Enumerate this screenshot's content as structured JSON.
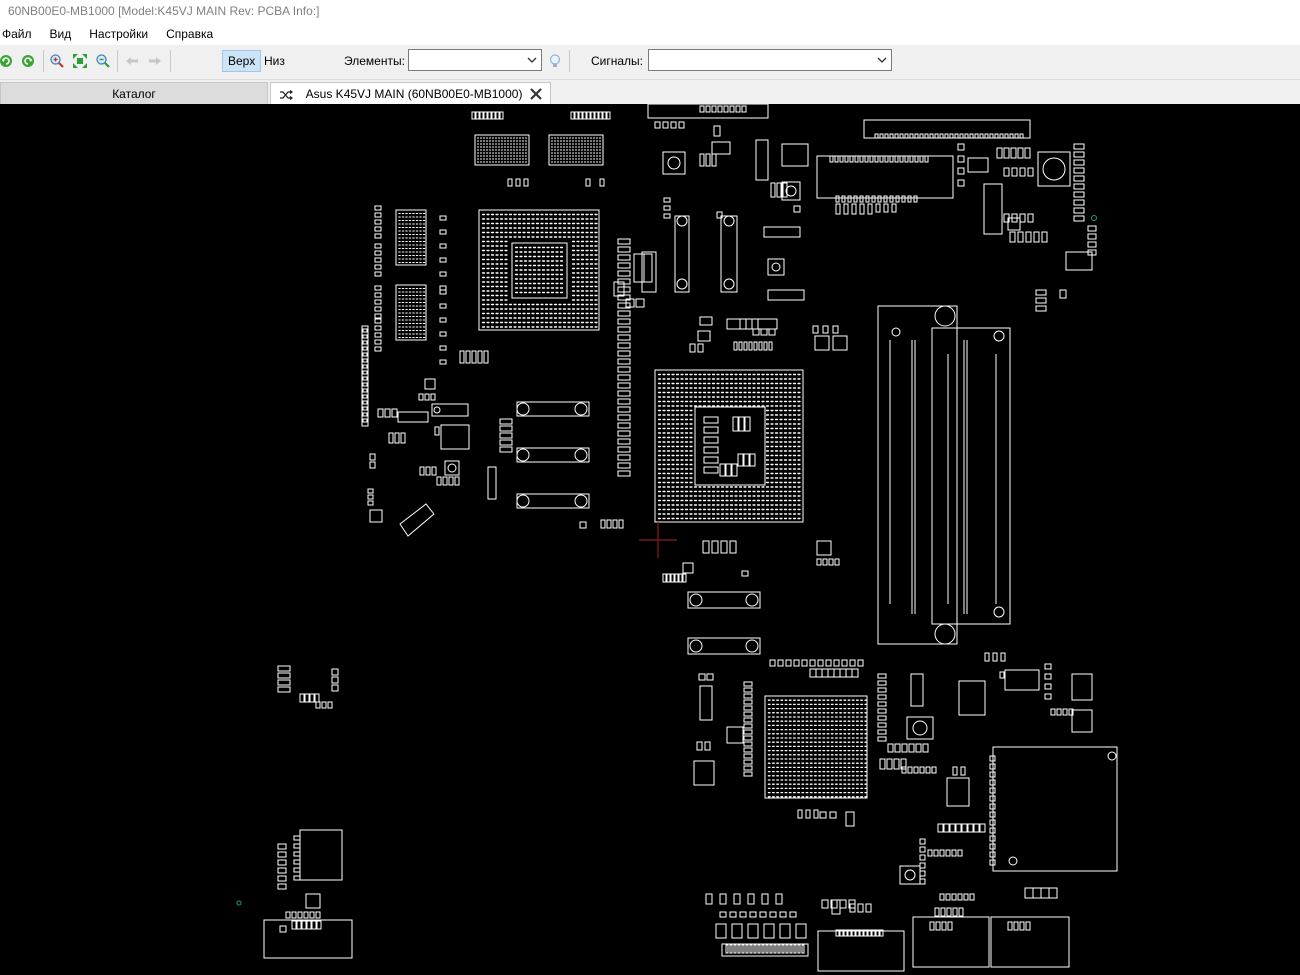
{
  "window": {
    "title": "60NB00E0-MB1000 [Model:K45VJ MAIN Rev: PCBA Info:]"
  },
  "menu": {
    "items": [
      "Файл",
      "Вид",
      "Настройки",
      "Справка"
    ]
  },
  "toolbar": {
    "icons": [
      "refresh-green-icon",
      "redo-green-icon",
      "zoom-in-icon",
      "fit-view-icon",
      "zoom-out-icon",
      "back-arrow-icon",
      "forward-arrow-icon",
      "lightbulb-icon"
    ],
    "top_label": "Верх",
    "bottom_label": "Низ",
    "elements_label": "Элементы:",
    "elements_value": "",
    "signals_label": "Сигналы:",
    "signals_value": ""
  },
  "tabs": {
    "catalog_label": "Каталог",
    "board_label": "Asus K45VJ MAIN (60NB00E0-MB1000)"
  },
  "colors": {
    "board_background": "#000000",
    "component_outline": "#ffffff",
    "cursor": "#8b1c1c",
    "marker": "#1a9a8a",
    "active_toggle": "#cce4f7"
  }
}
